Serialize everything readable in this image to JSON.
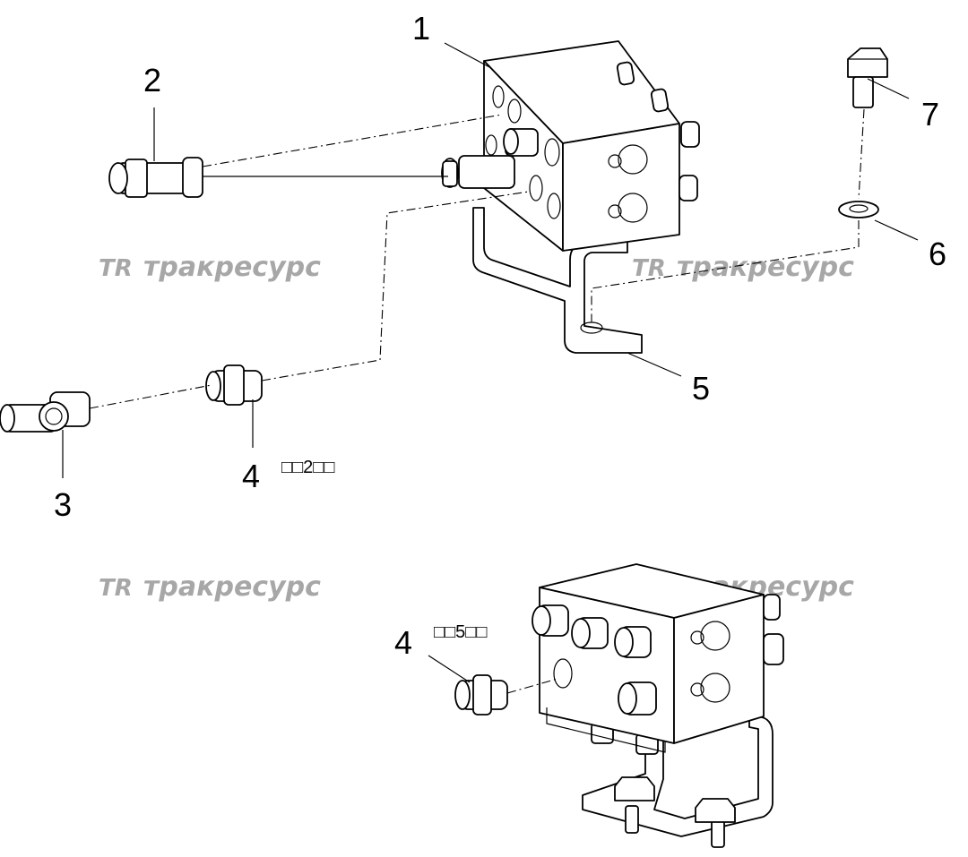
{
  "callouts": {
    "c1": "1",
    "c2": "2",
    "c3": "3",
    "c4a": "4",
    "c4b": "4",
    "c5": "5",
    "c6": "6",
    "c7": "7"
  },
  "notes": {
    "qty_a": "□□2□□",
    "qty_b": "□□5□□"
  },
  "watermark": {
    "logo": "TR",
    "text": "тракресурс",
    "color": "#a7a7a7"
  }
}
